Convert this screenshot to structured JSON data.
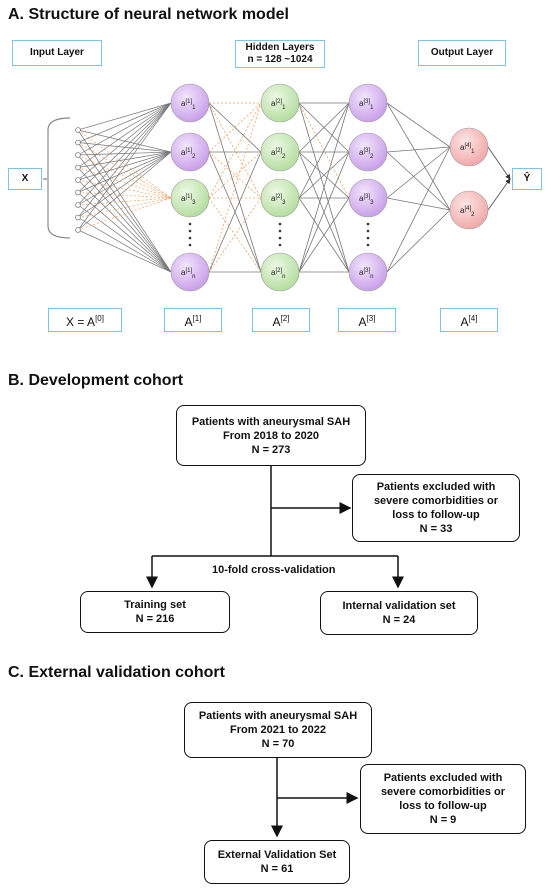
{
  "sectionA": {
    "title": "A. Structure of  neural network model",
    "input_layer_label": "Input Layer",
    "hidden_layers_label": "Hidden Layers",
    "hidden_layers_range": "n = 128 ~1024",
    "output_layer_label": "Output Layer",
    "x_label": "X",
    "y_hat_label": "Ŷ",
    "layer_equation": "X = A",
    "layer_equation_sup": "[0]",
    "layer_labels": [
      {
        "base": "A",
        "sup": "[1]"
      },
      {
        "base": "A",
        "sup": "[2]"
      },
      {
        "base": "A",
        "sup": "[3]"
      },
      {
        "base": "A",
        "sup": "[4]"
      }
    ],
    "node_columns": [
      {
        "layer": "1",
        "nodes": [
          "1",
          "2",
          "3",
          "n"
        ]
      },
      {
        "layer": "2",
        "nodes": [
          "1",
          "2",
          "3",
          "n"
        ]
      },
      {
        "layer": "3",
        "nodes": [
          "1",
          "2",
          "3",
          "n"
        ]
      },
      {
        "layer": "4",
        "nodes": [
          "1",
          "2"
        ]
      }
    ],
    "colors": {
      "purple": "#d9b8f2",
      "green": "#cdebc0",
      "pink": "#f9c4c4",
      "label_border": "#7ec3e6"
    }
  },
  "sectionB": {
    "title": "B. Development cohort",
    "patients_line1": "Patients with aneurysmal SAH",
    "patients_line2": "From 2018 to 2020",
    "patients_n": "N = 273",
    "excluded_line1": "Patients excluded with",
    "excluded_line2": "severe comorbidities or",
    "excluded_line3": "loss to follow-up",
    "excluded_n": "N = 33",
    "cv_label": "10-fold cross-validation",
    "training_label": "Training set",
    "training_n": "N = 216",
    "internal_label": "Internal validation set",
    "internal_n": "N = 24"
  },
  "sectionC": {
    "title": "C. External validation cohort",
    "patients_line1": "Patients with aneurysmal SAH",
    "patients_line2": "From 2021 to 2022",
    "patients_n": "N = 70",
    "excluded_line1": "Patients excluded with",
    "excluded_line2": "severe comorbidities or",
    "excluded_line3": "loss to follow-up",
    "excluded_n": "N = 9",
    "external_label": "External Validation Set",
    "external_n": "N = 61"
  }
}
